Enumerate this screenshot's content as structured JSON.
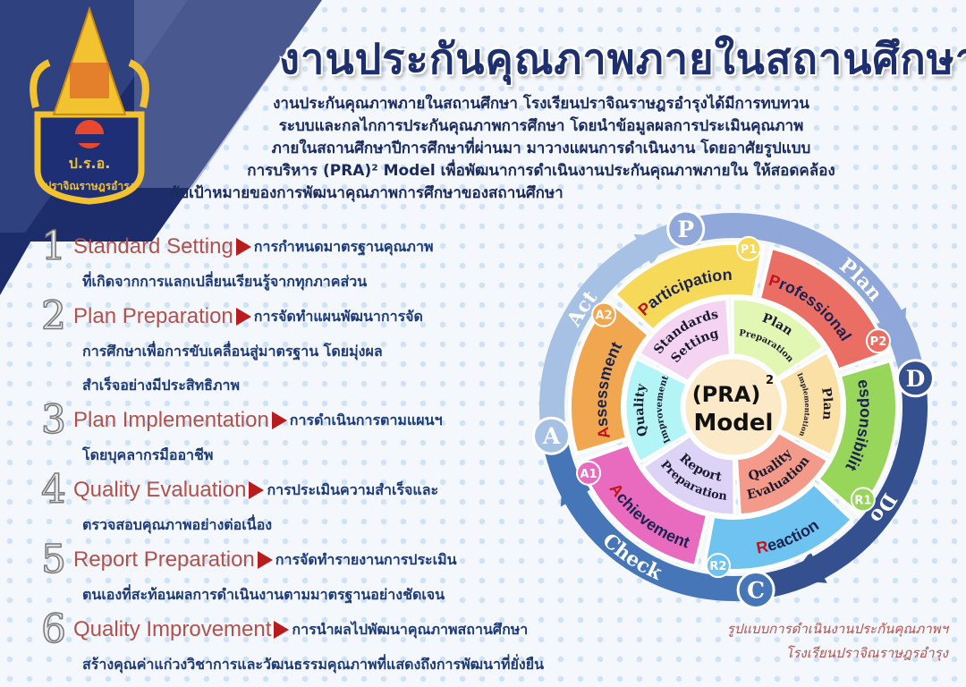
{
  "header": {
    "title": "งานประกันคุณภาพภายในสถานศึกษา"
  },
  "logo": {
    "initials": "ป.ร.อ.",
    "school_name": "ปราจิณราษฎรอำรุง",
    "colors": {
      "gold": "#f2c230",
      "navy": "#1e2f75"
    }
  },
  "intro": {
    "lines": [
      "งานประกันคุณภาพภายในสถานศึกษา โรงเรียนปราจิณราษฎรอำรุงได้มีการทบทวน",
      "ระบบและกลไกการประกันคุณภาพการศึกษา โดยนำข้อมูลผลการประเมินคุณภาพ",
      "ภายในสถานศึกษาปีการศึกษาที่ผ่านมา มาวางแผนการดำเนินงาน โดยอาศัยรูปแบบ",
      "การบริหาร (PRA)² Model เพื่อพัฒนาการดำเนินงานประกันคุณภาพภายใน ให้สอดคล้อง",
      "กับเป้าหมายของการพัฒนาคุณภาพการศึกษาของสถานศึกษา"
    ]
  },
  "steps": [
    {
      "number": "1",
      "title": "Standard Setting",
      "lines": [
        "การกำหนดมาตรฐานคุณภาพ",
        "ที่เกิดจากการแลกเปลี่ยนเรียนรู้จากทุกภาคส่วน"
      ]
    },
    {
      "number": "2",
      "title": "Plan Preparation",
      "lines": [
        "การจัดทำแผนพัฒนาการจัด",
        "การศึกษาเพื่อการขับเคลื่อนสู่มาตรฐาน โดยมุ่งผล",
        "สำเร็จอย่างมีประสิทธิภาพ"
      ]
    },
    {
      "number": "3",
      "title": "Plan Implementation",
      "lines": [
        "การดำเนินการตามแผนฯ",
        "โดยบุคลากรมืออาชีพ"
      ]
    },
    {
      "number": "4",
      "title": "Quality Evaluation",
      "lines": [
        "การประเมินความสำเร็จและ",
        "ตรวจสอบคุณภาพอย่างต่อเนื่อง"
      ]
    },
    {
      "number": "5",
      "title": "Report Preparation",
      "lines": [
        "การจัดทำรายงานการประเมิน",
        "ตนเองที่สะท้อนผลการดำเนินงานตามมาตรฐานอย่างชัดเจน"
      ]
    },
    {
      "number": "6",
      "title": "Quality Improvement",
      "lines": [
        "การนำผลไปพัฒนาคุณภาพสถานศึกษา",
        "สร้างคุณค่าแก่วงวิชาการและวัฒนธรรมคุณภาพที่แสดงถึงการพัฒนาที่ยั่งยืน"
      ]
    }
  ],
  "diagram": {
    "center": {
      "line1": "(PRA)",
      "sup": "2",
      "line2": "Model"
    },
    "cycle": [
      {
        "badge": "P",
        "label": "Plan",
        "color": "#8fa8d9"
      },
      {
        "badge": "D",
        "label": "Do",
        "color": "#34508f"
      },
      {
        "badge": "C",
        "label": "Check",
        "color": "#4676b8"
      },
      {
        "badge": "A",
        "label": "Act",
        "color": "#a6c1e4"
      }
    ],
    "outer": [
      {
        "initial": "P",
        "rest": "articipation",
        "tag": "P1",
        "color": "#f7d95a"
      },
      {
        "initial": "P",
        "rest": "rofessional",
        "tag": "P2",
        "color": "#eb6e65"
      },
      {
        "initial": "R",
        "rest": "esponsibility",
        "tag": "R1",
        "color": "#97d65a"
      },
      {
        "initial": "R",
        "rest": "eaction",
        "tag": "R2",
        "color": "#6fc3f0"
      },
      {
        "initial": "A",
        "rest": "chievement",
        "tag": "A1",
        "color": "#e96bc0"
      },
      {
        "initial": "A",
        "rest": "ssessment",
        "tag": "A2",
        "color": "#f1a650"
      }
    ],
    "inner": [
      {
        "line1": "Standards",
        "line2": "Setting",
        "color": "#f5d4f2"
      },
      {
        "line1": "Plan",
        "line2": "Preparation",
        "color": "#e3f7b5"
      },
      {
        "line1": "Plan",
        "line2": "Implementation",
        "color": "#fbe0a6"
      },
      {
        "line1": "Quality",
        "line2": "Evaluation",
        "color": "#f39a8a"
      },
      {
        "line1": "Report",
        "line2": "Preparation",
        "color": "#ddd3f7"
      },
      {
        "line1": "Quality",
        "line2": "Improvement",
        "color": "#b3f4f7"
      }
    ],
    "accent": "#c0141c",
    "text_color": "#1a2350"
  },
  "caption": {
    "lines": [
      "รูปแบบการดำเนินงานประกันคุณภาพฯ",
      "โรงเรียนปราจิณราษฎรอำรุง"
    ]
  }
}
